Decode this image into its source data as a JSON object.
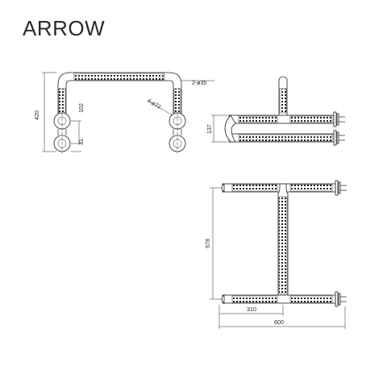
{
  "brand": "ARROW",
  "dimensions": {
    "overall_height": "420",
    "socket_offset": "102",
    "base_offset": "31",
    "tube_diameter": "2-ø35",
    "hole_spec": "4-ø72",
    "side_depth": "137",
    "length": "578",
    "half_width": "310",
    "overall_width": "600"
  },
  "colors": {
    "line": "#222222",
    "text": "#2a2a2a",
    "background": "#ffffff"
  }
}
